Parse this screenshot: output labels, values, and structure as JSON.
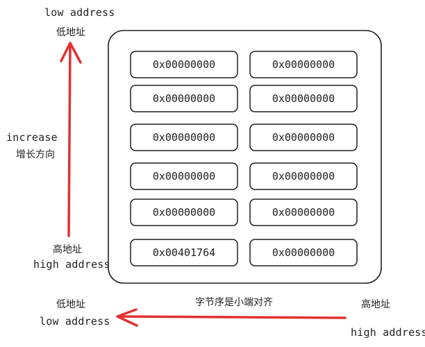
{
  "left_axis": {
    "top_label_en": "low address",
    "top_label_zh": "低地址",
    "middle_label_en": "increase",
    "middle_label_zh": "增长方向",
    "bottom_label_zh": "高地址",
    "bottom_label_en": "high address"
  },
  "bottom_axis": {
    "caption": "字节序是小端对齐",
    "left_label_zh": "低地址",
    "left_label_en": "low address",
    "right_label_zh": "高地址",
    "right_label_en": "high address"
  },
  "memory": {
    "rows": [
      [
        "0x00000000",
        "0x00000000"
      ],
      [
        "0x00000000",
        "0x00000000"
      ],
      [
        "0x00000000",
        "0x00000000"
      ],
      [
        "0x00000000",
        "0x00000000"
      ],
      [
        "0x00000000",
        "0x00000000"
      ],
      [
        "0x00401764",
        "0x00000000"
      ]
    ]
  },
  "colors": {
    "arrow": "#e03131",
    "stroke": "#1e1e1e"
  }
}
